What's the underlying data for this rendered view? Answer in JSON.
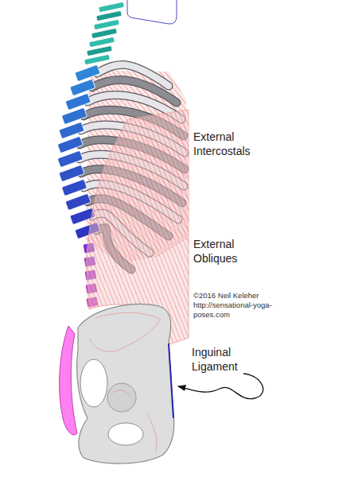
{
  "diagram": {
    "labels": [
      "External Intercostals",
      "External Obliques",
      "©2016 Neil Keleher http://sensational-yoga-poses.com",
      "Inguinal Ligament"
    ]
  }
}
